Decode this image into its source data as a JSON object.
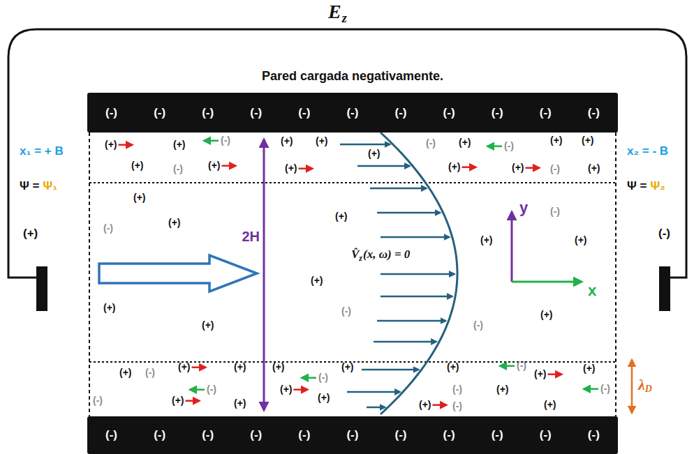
{
  "diagram": {
    "nodes": [
      {
        "text": [
          "Pared cargada negativamente.",
          "(-)",
          "(-)",
          "(-)",
          "(-)",
          "(-)",
          "(-)",
          "(-)",
          "(-)",
          "(-)",
          "(-)",
          "(-)"
        ]
      },
      {
        "text": [
          "(-)",
          "(-)",
          "(-)",
          "(-)",
          "(-)",
          "(-)",
          "(-)",
          "(-)",
          "(-)",
          "(-)",
          "(-)"
        ]
      }
    ],
    "labels": [
      "E",
      "z",
      "x₁ = + B",
      "Ψ =",
      "Ψ₁",
      "x₂ = - B",
      "Ψ =",
      "Ψ₂",
      "(+)",
      "(-)",
      "2H",
      "V̂",
      "z",
      "(x, ω) = 0",
      "y",
      "x",
      "λ",
      "D",
      "(+)",
      "(+)",
      "(-)",
      "(+)",
      "(+)",
      "(+)",
      "(-)",
      "(+)",
      "(-)",
      "(+)",
      "(+)",
      "(+)",
      "(-)",
      "(+)",
      "(+)",
      "(+)",
      "(+)",
      "(-)",
      "(+)",
      "(+)",
      "(+)",
      "(-)",
      "(+)",
      "(-)",
      "(+)",
      "(+)",
      "(+)",
      "(+)",
      "(+)",
      "(-)",
      "(-)",
      "(+)",
      "(+)",
      "(+)",
      "(+)",
      "(+)",
      "(+)",
      "(-)",
      "(+)",
      "(+)",
      "(-)",
      "(-)",
      "(+)",
      "(-)",
      "(+)",
      "(-)",
      "(+)",
      "(-)",
      "(-)",
      "(+)",
      "(+)",
      "(+)",
      "(+)",
      "(-)",
      "(+)"
    ]
  }
}
